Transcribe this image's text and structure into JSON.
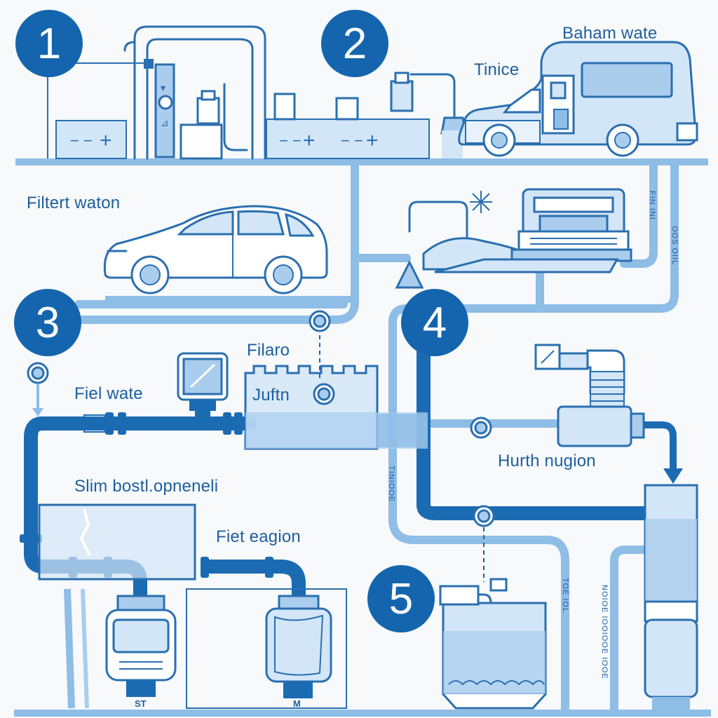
{
  "steps": [
    {
      "number": "1"
    },
    {
      "number": "2"
    },
    {
      "number": "3"
    },
    {
      "number": "4"
    },
    {
      "number": "5"
    }
  ],
  "labels": {
    "baham_wate": "Baham wate",
    "tinice": "Tinice",
    "filtert_waton": "Filtert waton",
    "filaro": "Filaro",
    "fiel_wate": "Fiel wate",
    "juftn": "Juftn",
    "hurth_nugion": "Hurth nugion",
    "slim_bostl": "Slim bostl.opneneli",
    "fiet_eagion": "Fiet eagion"
  },
  "small_labels": {
    "tank_left": "ST",
    "tank_right": "M"
  },
  "vertical_labels": {
    "right_pipe_a": "FIN INI",
    "right_pipe_b": "OOS OIIL",
    "mid_pipe": "TINIOOE",
    "lower_pipe": "TOE IOL",
    "lower_right": "NOIOE IOOIOOE IOOE"
  },
  "colors": {
    "primary": "#1465ad",
    "pipe_light": "#8ebde6",
    "pipe_dark": "#1b6bb3",
    "fill_light": "#d3e6f7",
    "line": "#2a6fb0",
    "background": "#f7f9fb"
  },
  "icons": [
    "car-icon",
    "van-icon",
    "machine-icon",
    "pump-icon",
    "tank-icon",
    "gauge-icon",
    "valve-icon",
    "sparkle-icon"
  ]
}
